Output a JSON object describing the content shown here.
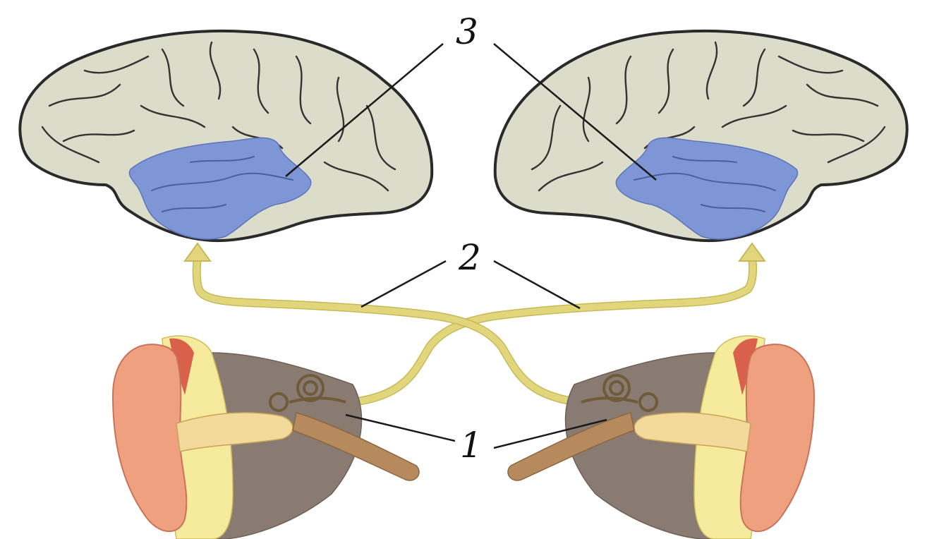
{
  "labels": {
    "ear": "1",
    "auditory_pathway": "2",
    "auditory_cortex": "3"
  },
  "colors": {
    "brain": "#dcdccb",
    "auditory_cortex": "#7f96d6",
    "pathway": "#e2d67c",
    "pinna": "#efa07e"
  }
}
